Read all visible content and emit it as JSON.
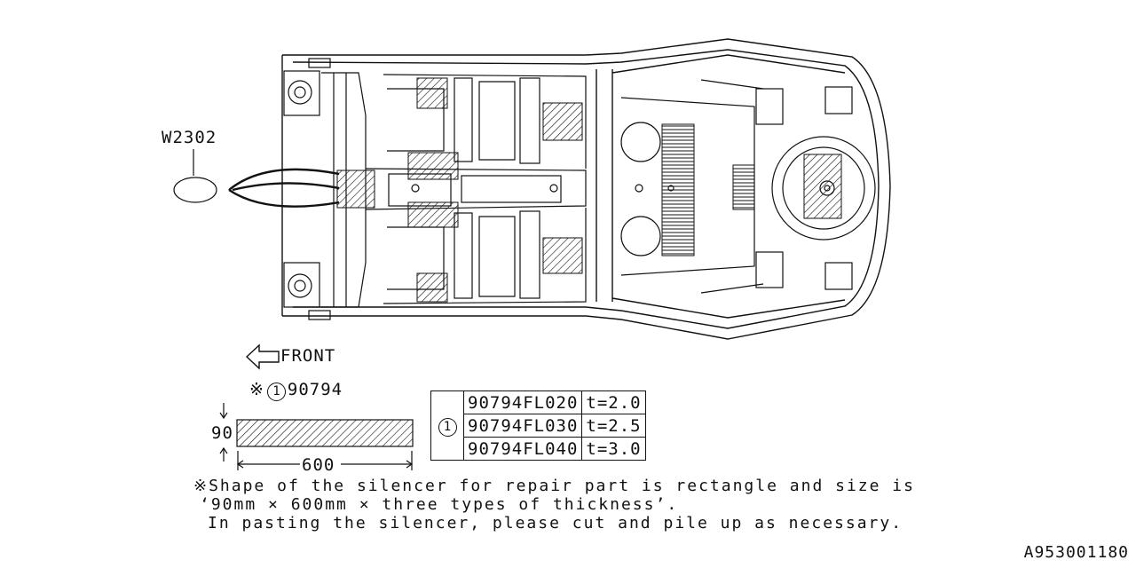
{
  "callout": {
    "code": "W2302"
  },
  "direction": {
    "label": "FRONT"
  },
  "silencer": {
    "mark": "※",
    "number": "1",
    "part": "90794",
    "height": "90",
    "width": "600"
  },
  "table": {
    "number": "1",
    "rows": [
      {
        "part": "90794FL020",
        "thickness": "t=2.0"
      },
      {
        "part": "90794FL030",
        "thickness": "t=2.5"
      },
      {
        "part": "90794FL040",
        "thickness": "t=3.0"
      }
    ]
  },
  "notes": {
    "line1": "※Shape of the silencer for repair part is rectangle and size is",
    "line2": "‘90mm × 600mm × three types of thickness’.",
    "line3": "In pasting the silencer, please cut and pile up as necessary."
  },
  "diagram_id": "A953001180"
}
